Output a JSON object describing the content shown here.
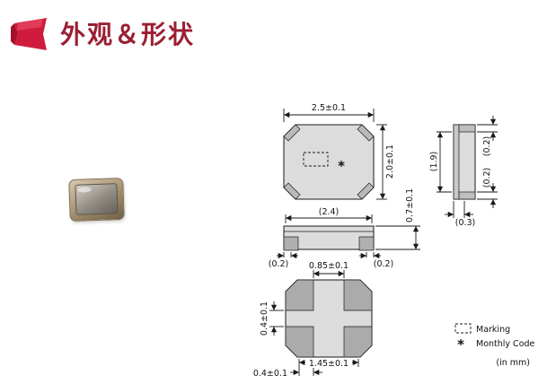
{
  "theme": {
    "accent_red": "#cf1b3d",
    "title_color": "#9a2033",
    "line_color": "#1a1a1a",
    "body_fill": "#dcdcdc",
    "pad_fill": "#ababab"
  },
  "header": {
    "title": "外观＆形状"
  },
  "views": {
    "top": {
      "width": "2.5±0.1",
      "height": "2.0±0.1",
      "monthly_code_mark": "*"
    },
    "front": {
      "width": "(2.4)",
      "thickness": "0.7±0.1",
      "left_terminal": "(0.2)",
      "right_terminal": "(0.2)"
    },
    "side": {
      "inner_height": "(1.9)",
      "top_terminal": "(0.2)",
      "bottom_terminal": "(0.2)",
      "terminal_width": "(0.3)"
    },
    "bottom": {
      "pad_gap": "0.85±0.1",
      "pad_vertical_gap": "0.4±0.1",
      "pad_pitch": "1.45±0.1",
      "pad_width": "0.4±0.1"
    }
  },
  "legend": {
    "marking": "Marking",
    "monthly_code_symbol": "*",
    "monthly_code": "Monthly Code",
    "units": "(in mm)"
  }
}
